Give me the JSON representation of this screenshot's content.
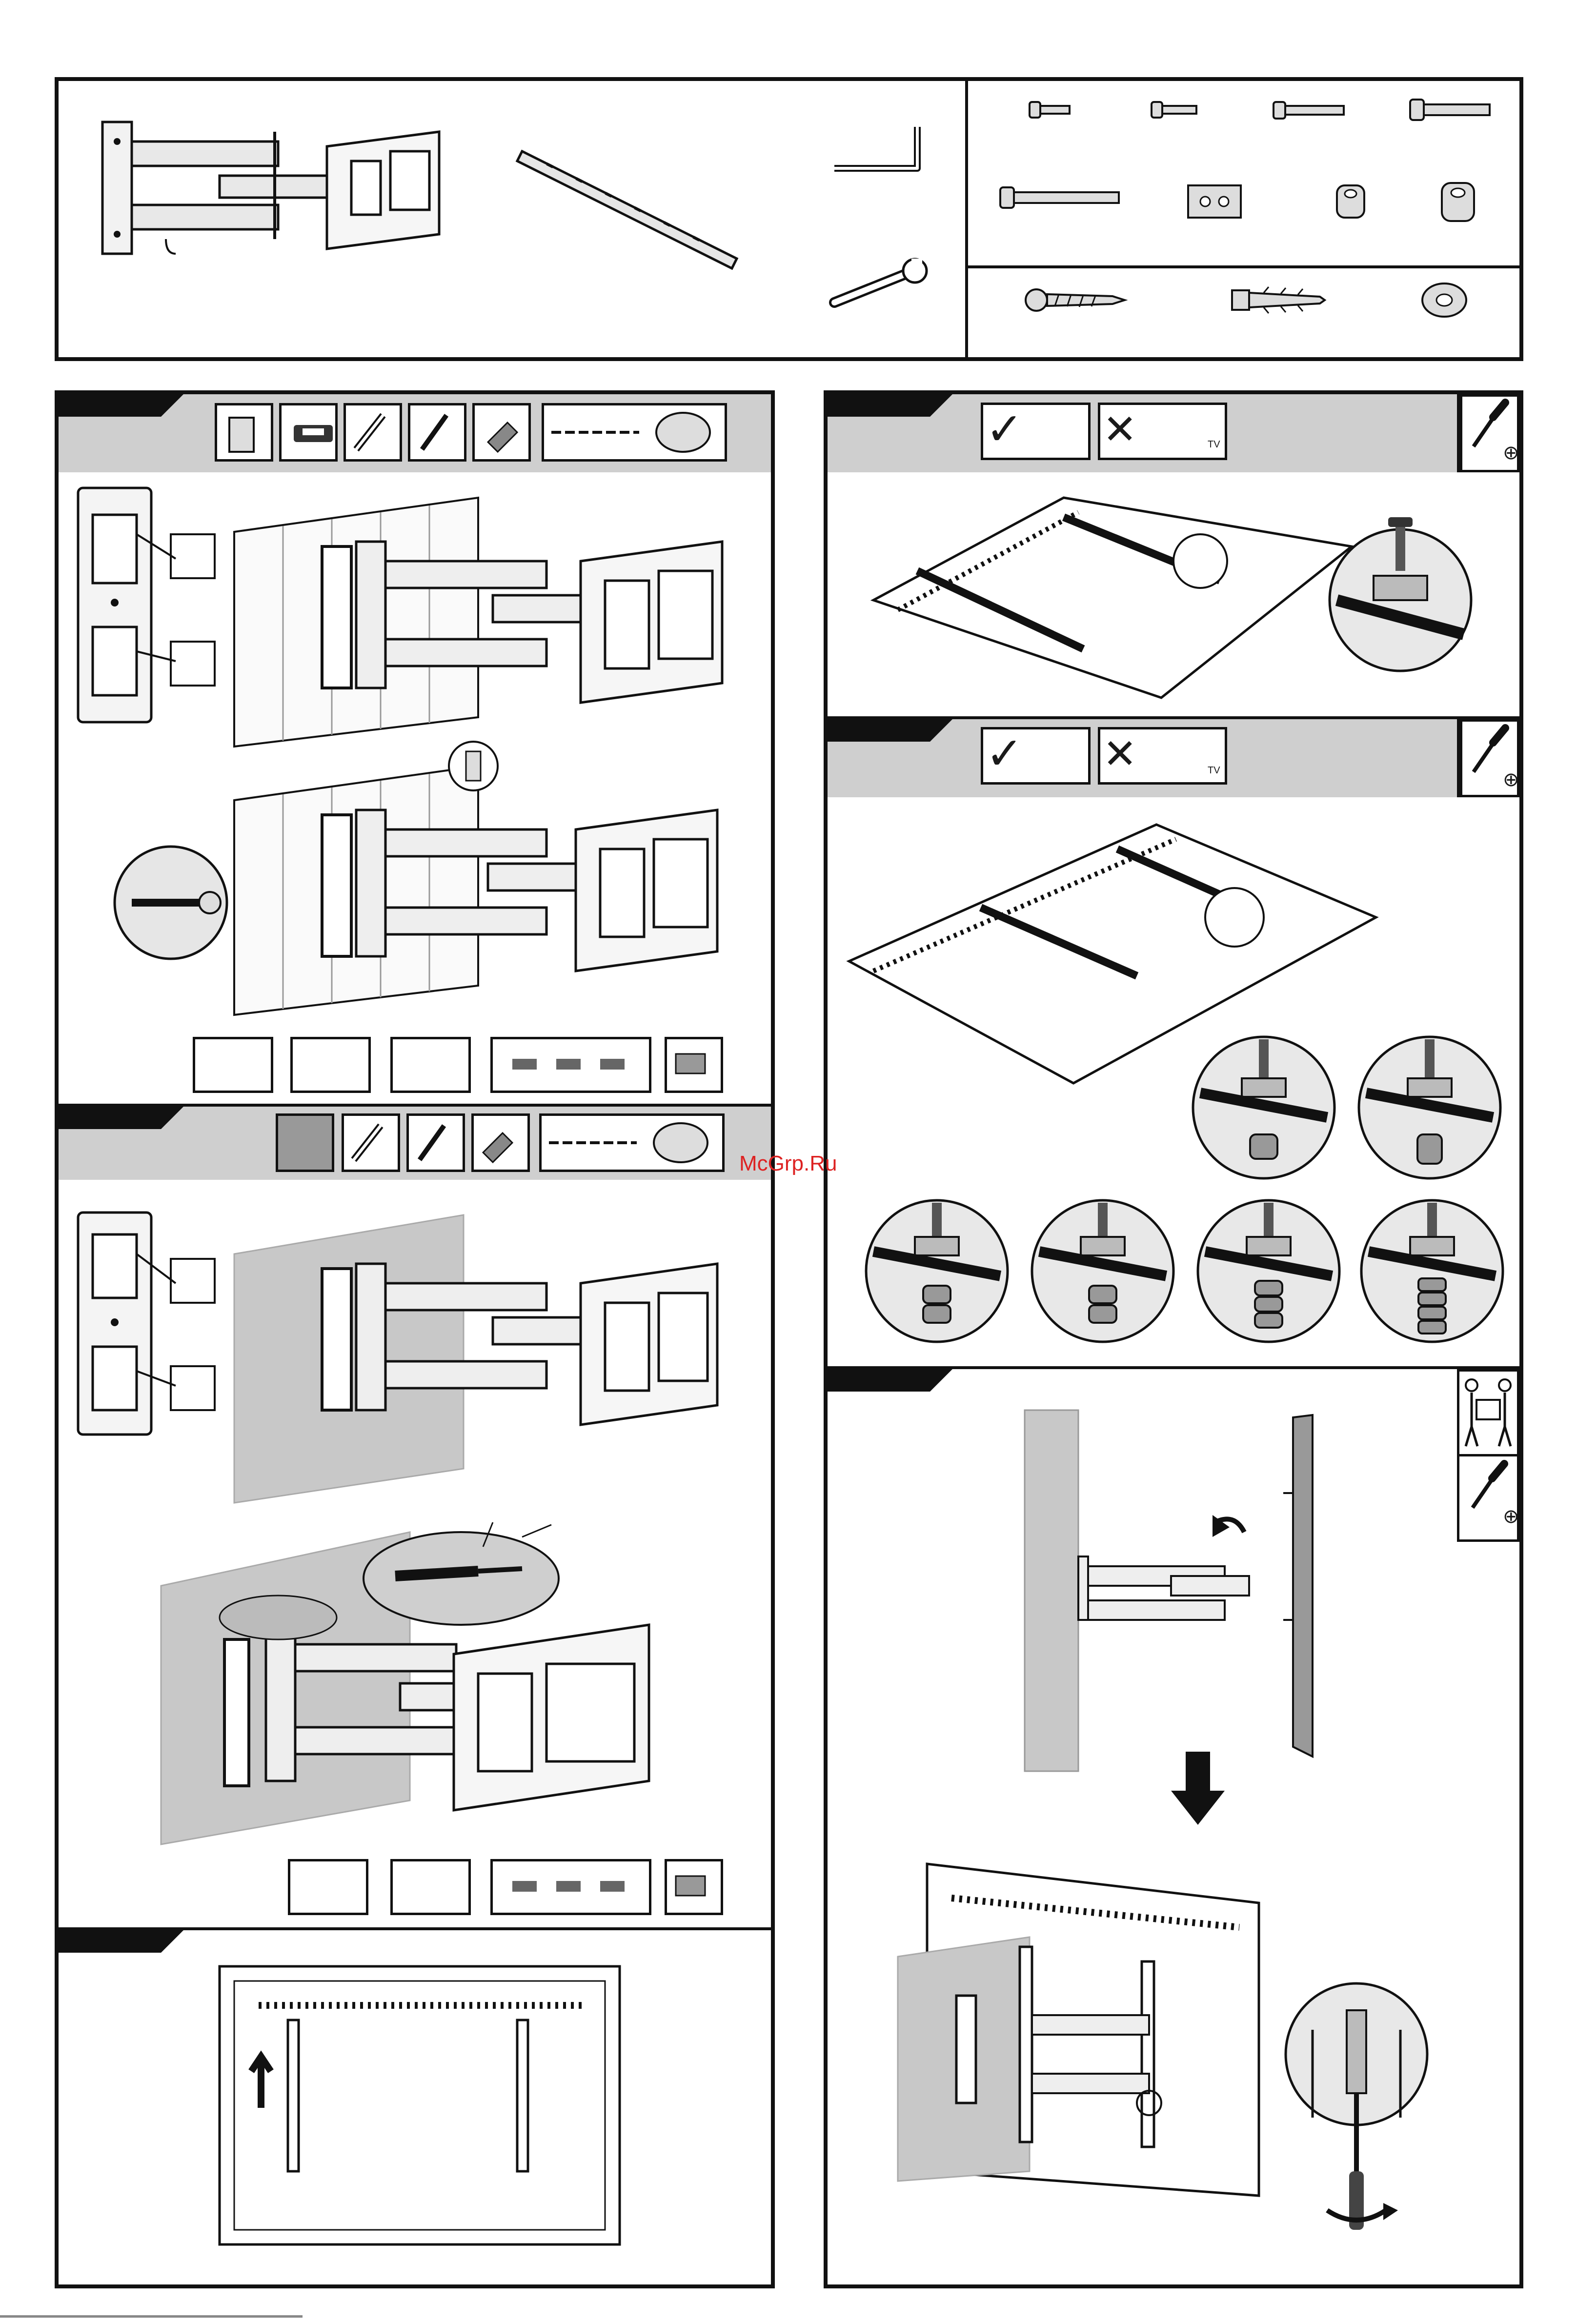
{
  "watermark": {
    "text": "McGrp.Ru"
  },
  "colors": {
    "frame": "#111111",
    "header": "#cfcfcf",
    "wall": "#c8c8c8",
    "watermark": "#dd2222"
  },
  "icons": {
    "check": "✓",
    "cross": "✕",
    "plus": "⊕",
    "tv": "TV"
  },
  "steps": [
    {
      "name": "wood-stud-install"
    },
    {
      "name": "concrete-install"
    },
    {
      "name": "tv-back-check"
    },
    {
      "name": "vesa-bracket-flat"
    },
    {
      "name": "vesa-bracket-spacers"
    },
    {
      "name": "hang-tv"
    }
  ]
}
